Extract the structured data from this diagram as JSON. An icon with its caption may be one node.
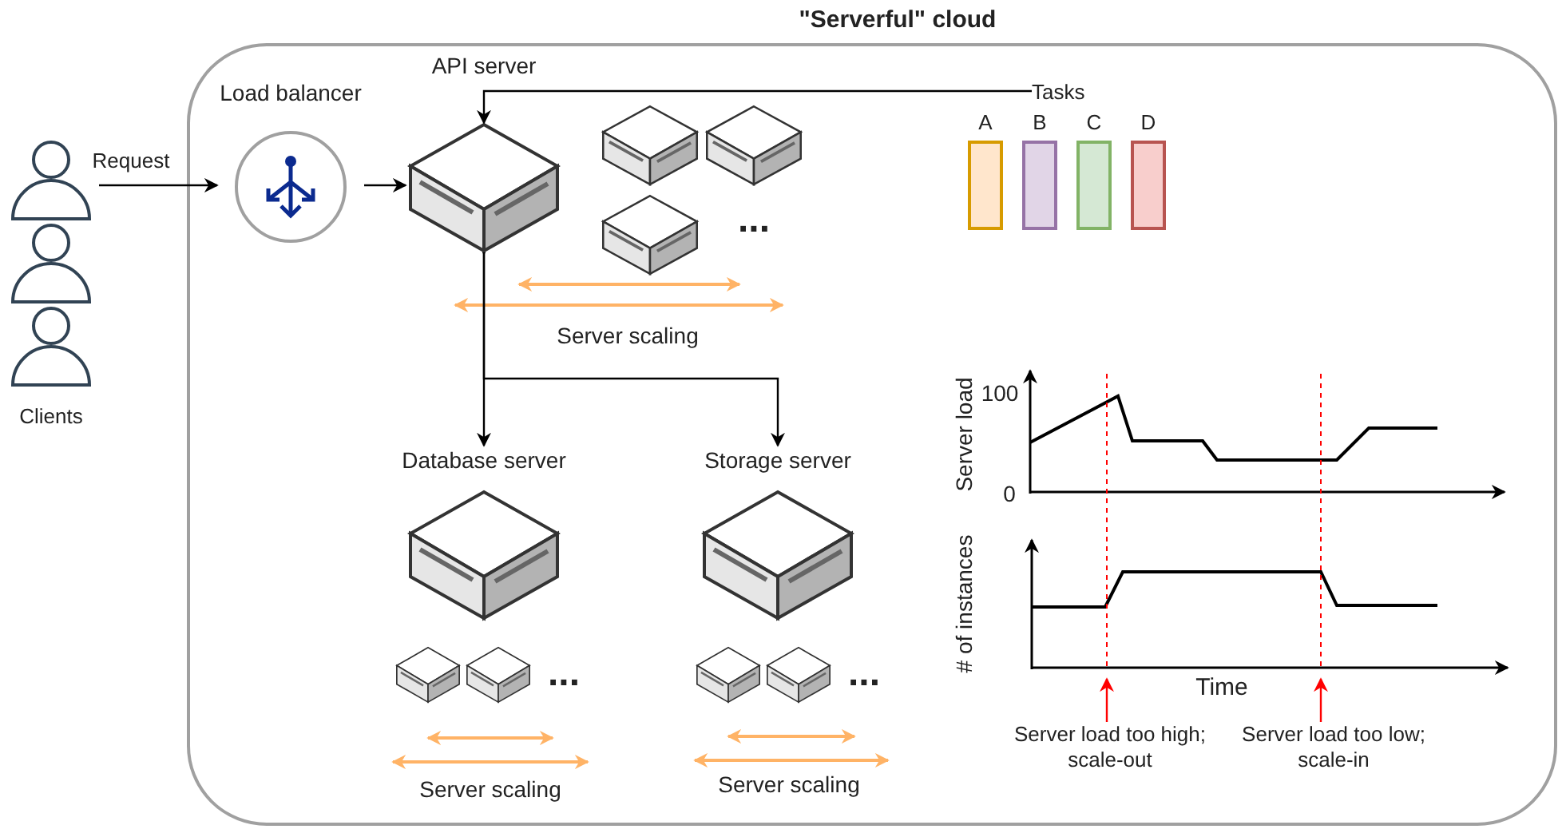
{
  "diagram": {
    "nodes": [
      {
        "text": [
          "\"Serverful\" cloud"
        ]
      },
      {
        "text": [
          "Clients"
        ]
      },
      {
        "text": [
          "Load balancer"
        ],
        "in": 0
      },
      {
        "text": [
          "API server"
        ],
        "in": 0
      },
      {
        "text": [
          "Tasks"
        ],
        "in": 0
      },
      {
        "text": [
          "A"
        ],
        "in": 0
      },
      {
        "text": [
          "B"
        ],
        "in": 0
      },
      {
        "text": [
          "C"
        ],
        "in": 0
      },
      {
        "text": [
          "D"
        ],
        "in": 0
      },
      {
        "text": [
          "Database server"
        ],
        "in": 0
      },
      {
        "text": [
          "Storage server"
        ],
        "in": 0
      },
      {
        "text": [
          "Server load too high; scale-out"
        ],
        "in": 0
      },
      {
        "text": [
          "Server load too low; scale-in"
        ],
        "in": 0
      }
    ],
    "edges": [
      {
        "from": 1,
        "to": 2,
        "arrow": "to",
        "label": "Request"
      },
      {
        "from": 2,
        "to": 3,
        "arrow": "to"
      },
      {
        "from": 4,
        "to": 3,
        "arrow": "to"
      },
      {
        "from": 3,
        "to": 9,
        "arrow": "to"
      },
      {
        "from": 3,
        "to": 10,
        "arrow": "to"
      },
      {
        "from": 11,
        "to": null,
        "arrow": "to",
        "color": "#ff0000"
      },
      {
        "from": 12,
        "to": null,
        "arrow": "to",
        "color": "#ff0000"
      }
    ],
    "labels": [
      "...",
      "Server scaling",
      "100",
      "Server load",
      "0",
      "# of instances",
      "...",
      "...",
      "Time",
      "Server scaling",
      "Server scaling"
    ]
  }
}
